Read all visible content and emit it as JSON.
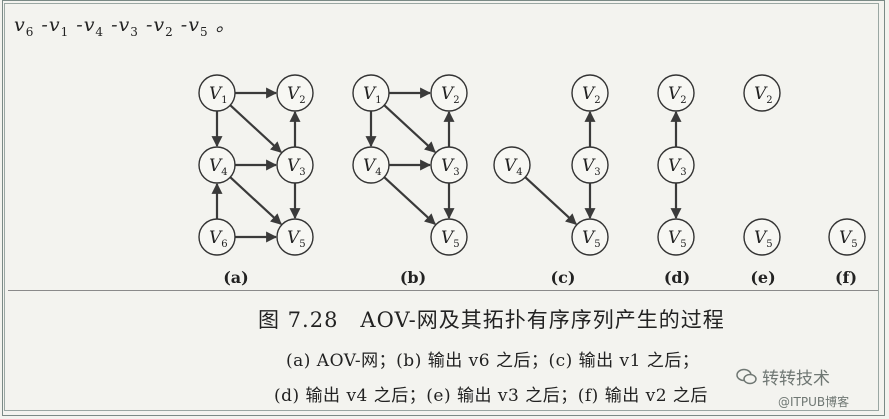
{
  "sequence": {
    "text": "v6 -v1 -v4 -v3 -v2 -v5 。",
    "items": [
      "v6",
      "v1",
      "v4",
      "v3",
      "v2",
      "v5"
    ]
  },
  "diagram": {
    "panels": [
      {
        "label": "(a)",
        "nodes": [
          "V1",
          "V2",
          "V4",
          "V3",
          "V6",
          "V5"
        ],
        "edges": [
          [
            "V1",
            "V2"
          ],
          [
            "V1",
            "V4"
          ],
          [
            "V1",
            "V3"
          ],
          [
            "V3",
            "V2"
          ],
          [
            "V4",
            "V3"
          ],
          [
            "V4",
            "V5"
          ],
          [
            "V6",
            "V5"
          ],
          [
            "V6",
            "V4"
          ],
          [
            "V3",
            "V5"
          ]
        ]
      },
      {
        "label": "(b)",
        "nodes": [
          "V1",
          "V2",
          "V4",
          "V3",
          "V5"
        ],
        "edges": [
          [
            "V1",
            "V2"
          ],
          [
            "V1",
            "V4"
          ],
          [
            "V1",
            "V3"
          ],
          [
            "V3",
            "V2"
          ],
          [
            "V4",
            "V3"
          ],
          [
            "V4",
            "V5"
          ],
          [
            "V3",
            "V5"
          ]
        ]
      },
      {
        "label": "(c)",
        "nodes": [
          "V2",
          "V4",
          "V3",
          "V5"
        ],
        "edges": [
          [
            "V3",
            "V2"
          ],
          [
            "V4",
            "V5"
          ],
          [
            "V3",
            "V5"
          ]
        ]
      },
      {
        "label": "(d)",
        "nodes": [
          "V2",
          "V3",
          "V5"
        ],
        "edges": [
          [
            "V3",
            "V2"
          ],
          [
            "V3",
            "V5"
          ]
        ]
      },
      {
        "label": "(e)",
        "nodes": [
          "V2",
          "V5"
        ],
        "edges": []
      },
      {
        "label": "(f)",
        "nodes": [
          "V5"
        ],
        "edges": []
      }
    ]
  },
  "caption": "图 7.28　AOV-网及其拓扑有序序列产生的过程",
  "notes": {
    "line1": "(a) AOV-网；(b) 输出 v6 之后；(c) 输出 v1 之后；",
    "line2": "(d) 输出 v4 之后；(e) 输出 v3 之后；(f) 输出 v2 之后"
  },
  "watermark": {
    "brand": "转转技术",
    "source": "@ITPUB博客"
  }
}
